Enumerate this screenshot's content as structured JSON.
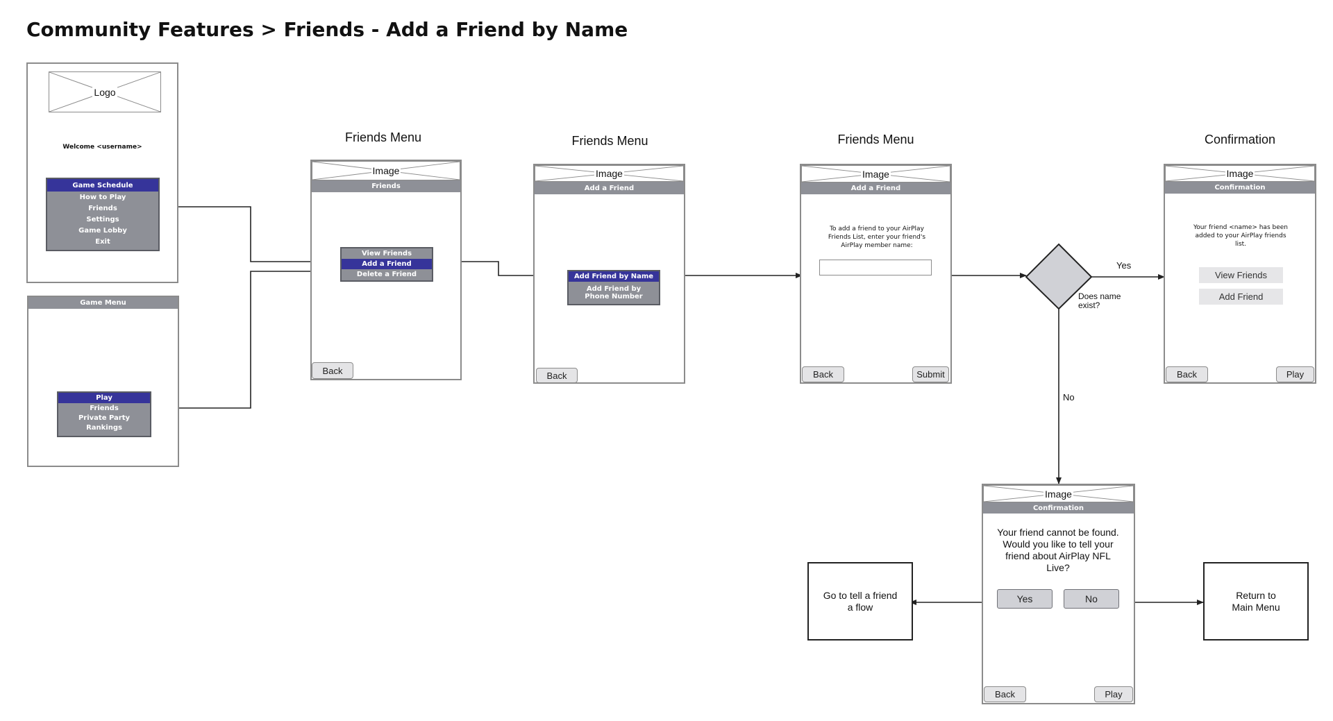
{
  "title": "Community Features > Friends - Add a Friend by Name",
  "placeholder_image_label": "Image",
  "logo_label": "Logo",
  "home_screen": {
    "welcome": "Welcome <username>",
    "menu": [
      "Game Schedule",
      "How to Play",
      "Friends",
      "Settings",
      "Game Lobby",
      "Exit"
    ]
  },
  "game_menu_screen": {
    "header": "Game Menu",
    "menu": [
      "Play",
      "Friends",
      "Private Party",
      "Rankings"
    ]
  },
  "screen_friends_menu": {
    "heading": "Friends Menu",
    "header": "Friends",
    "menu": [
      "View Friends",
      "Add a Friend",
      "Delete a Friend"
    ],
    "back": "Back"
  },
  "screen_add_friend": {
    "heading": "Friends Menu",
    "header": "Add a Friend",
    "menu": [
      "Add Friend by Name",
      "Add Friend by\nPhone Number"
    ],
    "back": "Back"
  },
  "screen_enter_name": {
    "heading": "Friends Menu",
    "header": "Add a Friend",
    "instructions": "To add a friend to your AirPlay Friends List, enter your friend's AirPlay member name:",
    "input_value": "",
    "back": "Back",
    "submit": "Submit"
  },
  "decision": {
    "question": "Does name\nexist?",
    "yes": "Yes",
    "no": "No"
  },
  "screen_confirmation": {
    "heading": "Confirmation",
    "header": "Confirmation",
    "message": "Your friend <name> has been added to your AirPlay friends list.",
    "view_friends": "View Friends",
    "add_friend": "Add Friend",
    "back": "Back",
    "play": "Play"
  },
  "screen_not_found": {
    "header": "Confirmation",
    "message": "Your friend cannot be found.  Would you like to tell your friend about AirPlay NFL Live?",
    "yes": "Yes",
    "no": "No",
    "back": "Back",
    "play": "Play"
  },
  "outcome_tell_friend": "Go to tell a friend\na flow",
  "outcome_main_menu": "Return to\nMain Menu",
  "colors": {
    "selected": "#36349a",
    "menu_gray": "#8e9097",
    "border_gray": "#8b8b8b",
    "diamond_fill": "#d0d1d6"
  }
}
